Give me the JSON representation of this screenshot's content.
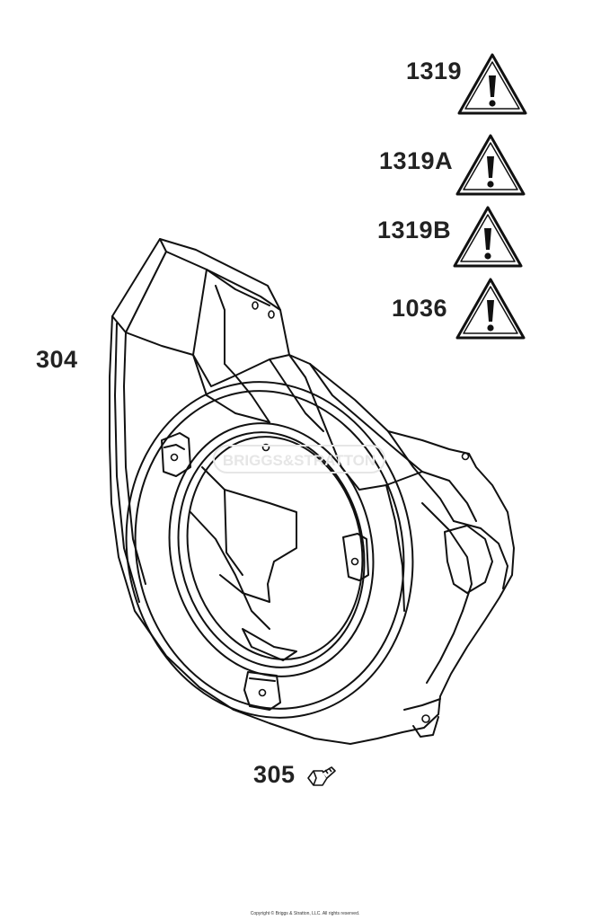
{
  "callouts": {
    "label_1319": "1319",
    "label_1319a": "1319A",
    "label_1319b": "1319B",
    "label_1036": "1036",
    "label_304": "304",
    "label_305": "305"
  },
  "watermark": "BRIGGS&STRATTON",
  "copyright": "Copyright © Briggs & Stratton, LLC. All rights reserved.",
  "colors": {
    "line": "#111111",
    "fill": "#ffffff",
    "watermark": "#e6e6e6"
  },
  "icons": {
    "warning": "warning-triangle-icon",
    "bolt": "hex-bolt-icon"
  }
}
